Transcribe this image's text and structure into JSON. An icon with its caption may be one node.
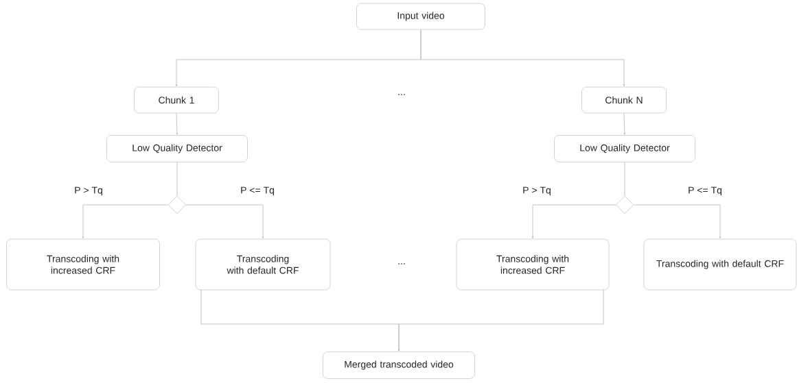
{
  "diagram": {
    "nodes": [
      {
        "text": [
          "Input video"
        ]
      },
      {
        "text": [
          "Chunk 1"
        ]
      },
      {
        "text": [
          "Chunk N"
        ]
      },
      {
        "text": [
          "Low Quality Detector"
        ]
      },
      {
        "text": [
          "Low Quality Detector"
        ]
      },
      {
        "text": [],
        "shape": "diamond"
      },
      {
        "text": [],
        "shape": "diamond"
      },
      {
        "text": [
          "Transcoding with increased CRF"
        ]
      },
      {
        "text": [
          "Transcoding with default CRF"
        ]
      },
      {
        "text": [
          "Transcoding with increased CRF"
        ]
      },
      {
        "text": [
          "Transcoding with default CRF"
        ]
      },
      {
        "text": [
          "Merged transcoded video"
        ]
      }
    ],
    "edges": [
      {
        "from": 0,
        "to": 1,
        "arrow": "to"
      },
      {
        "from": 0,
        "to": 2,
        "arrow": "to"
      },
      {
        "from": 1,
        "to": 3,
        "arrow": "to"
      },
      {
        "from": 2,
        "to": 4,
        "arrow": "to"
      },
      {
        "from": 3,
        "to": 5,
        "arrow": "none"
      },
      {
        "from": 4,
        "to": 6,
        "arrow": "none"
      },
      {
        "from": 5,
        "to": 7,
        "arrow": "to",
        "label": "P > Tq"
      },
      {
        "from": 5,
        "to": 8,
        "arrow": "to",
        "label": "P <= Tq"
      },
      {
        "from": 6,
        "to": 9,
        "arrow": "to",
        "label": "P > Tq"
      },
      {
        "from": 6,
        "to": 10,
        "arrow": "to",
        "label": "P <= Tq"
      },
      {
        "from": 8,
        "to": 11,
        "arrow": "to"
      },
      {
        "from": 9,
        "to": 11,
        "arrow": "to"
      }
    ],
    "labels": [
      "...",
      "..."
    ]
  }
}
